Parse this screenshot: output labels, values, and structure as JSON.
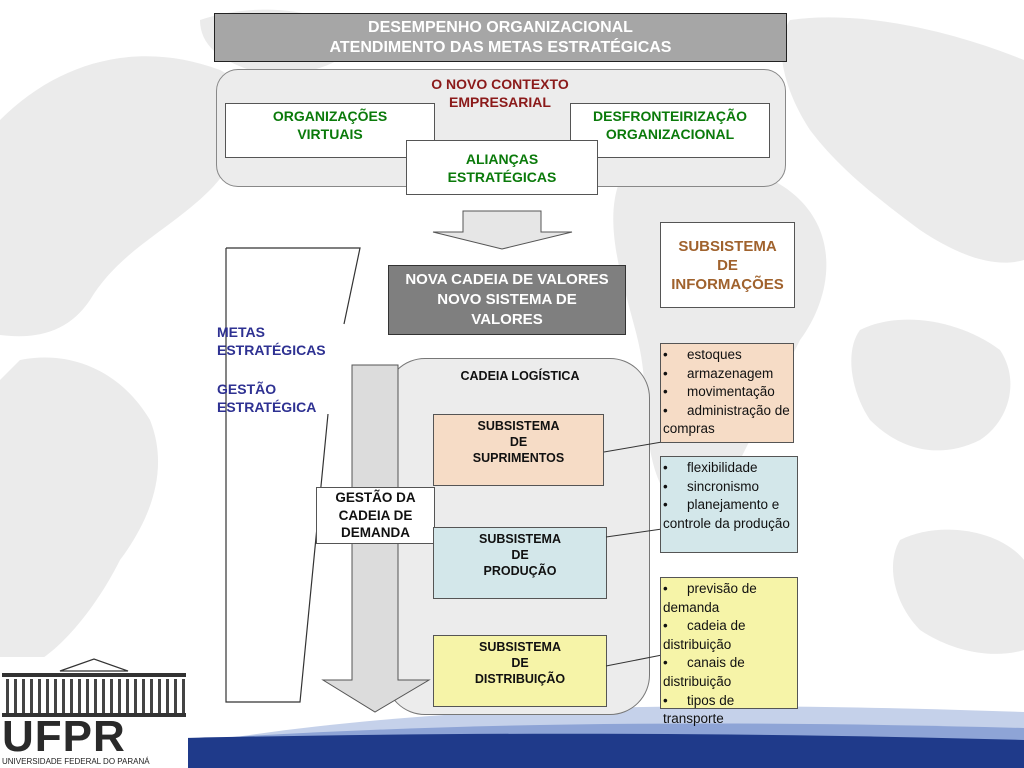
{
  "header": {
    "line1": "DESEMPENHO ORGANIZACIONAL",
    "line2": "ATENDIMENTO DAS METAS ESTRATÉGICAS"
  },
  "context": {
    "title_line1": "O NOVO CONTEXTO",
    "title_line2": "EMPRESARIAL",
    "virtual_line1": "ORGANIZAÇÕES",
    "virtual_line2": "VIRTUAIS",
    "desfront_line1": "DESFRONTEIRIZAÇÃO",
    "desfront_line2": "ORGANIZACIONAL",
    "aliancas_line1": "ALIANÇAS",
    "aliancas_line2": "ESTRATÉGICAS"
  },
  "value_chain": {
    "line1": "NOVA CADEIA DE VALORES",
    "line2": "NOVO SISTEMA DE",
    "line3": "VALORES"
  },
  "info_subsystem": {
    "line1": "SUBSISTEMA",
    "line2": "DE",
    "line3": "INFORMAÇÕES"
  },
  "left_labels": {
    "metas_line1": "METAS",
    "metas_line2": "ESTRATÉGICAS",
    "gestao_line1": "GESTÃO",
    "gestao_line2": "ESTRATÉGICA"
  },
  "logistics": {
    "title": "CADEIA  LOGÍSTICA",
    "demand_line1": "GESTÃO DA",
    "demand_line2": "CADEIA DE",
    "demand_line3": "DEMANDA"
  },
  "subsystems": {
    "suprimentos": [
      "SUBSISTEMA",
      "DE",
      "SUPRIMENTOS"
    ],
    "producao": [
      "SUBSISTEMA",
      "DE",
      "PRODUÇÃO"
    ],
    "distribuicao": [
      "SUBSISTEMA",
      "DE",
      "DISTRIBUIÇÃO"
    ]
  },
  "bullet_lists": {
    "suprimentos": [
      "estoques",
      "armazenagem",
      "movimentação",
      "administração de compras"
    ],
    "producao": [
      "flexibilidade",
      "sincronismo",
      "planejamento e controle da produção"
    ],
    "distribuicao": [
      "previsão de demanda",
      "cadeia de distribuição",
      "canais de distribuição",
      "tipos de transporte"
    ]
  },
  "logo": {
    "wordmark": "UFPR",
    "caption": "UNIVERSIDADE FEDERAL DO PARANÁ"
  },
  "colors": {
    "header_bg": "#a6a6a6",
    "value_chain_bg": "#7f7f7f",
    "context_title": "#8b1a1a",
    "green_text": "#0a7a0a",
    "blue_label": "#2e3192",
    "info_text": "#a0622d",
    "suprimentos_fill": "#f6dcc6",
    "producao_fill": "#d3e7ea",
    "distribuicao_fill": "#f6f4a8",
    "wave_blue": "#1f3a8a"
  }
}
